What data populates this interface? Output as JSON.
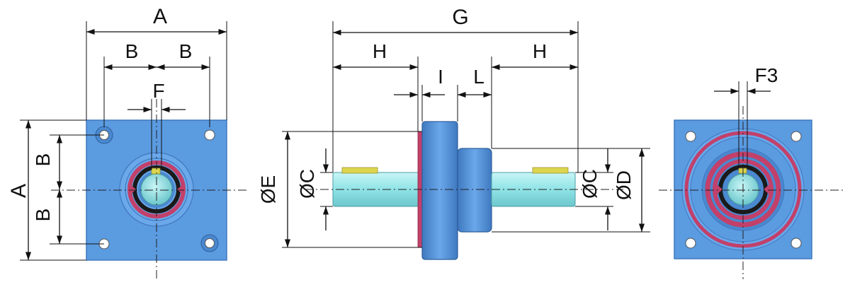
{
  "labels": {
    "front": {
      "A_top": "A",
      "A_side": "A",
      "B_left": "B",
      "B_right": "B",
      "B_top": "B",
      "B_bottom": "B",
      "F": "F"
    },
    "side": {
      "G": "G",
      "H_left": "H",
      "H_right": "H",
      "I": "I",
      "L": "L",
      "E": "ØE",
      "C_left": "ØC",
      "C_right": "ØC",
      "D": "ØD"
    },
    "rear": {
      "F3": "F3"
    }
  },
  "colors": {
    "body_blue": "#5b9be0",
    "body_dark": "#3f78bf",
    "shaft": "#8fe3e6",
    "seal_red": "#c2406a",
    "seal_black": "#1a1a1a",
    "key_yellow": "#dcd54e"
  },
  "icons": [
    "flange-body",
    "bolt-hole",
    "shaft-key",
    "seal-ring"
  ]
}
